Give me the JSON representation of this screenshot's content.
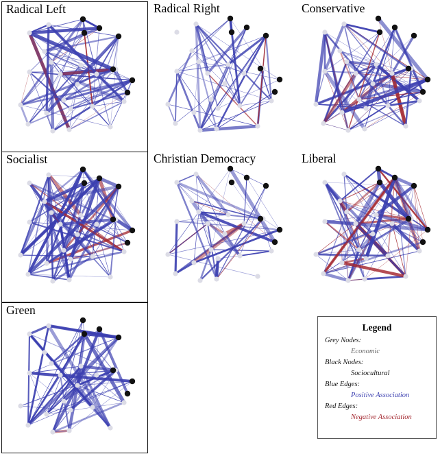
{
  "panels": [
    {
      "title": "Radical Left",
      "boxed": true
    },
    {
      "title": "Radical Right",
      "boxed": false
    },
    {
      "title": "Conservative",
      "boxed": false
    },
    {
      "title": "Socialist",
      "boxed": true
    },
    {
      "title": "Christian Democracy",
      "boxed": false
    },
    {
      "title": "Liberal",
      "boxed": false
    },
    {
      "title": "Green",
      "boxed": true
    }
  ],
  "legend": {
    "title": "Legend",
    "grey_nodes": "Grey Nodes:",
    "grey_value": "Economic",
    "black_nodes": "Black Nodes:",
    "black_value": "Sociocultural",
    "blue_edges": "Blue Edges:",
    "blue_value": "Positive Association",
    "red_edges": "Red Edges:",
    "red_value": "Negative Association"
  },
  "colors": {
    "economic_node": "#dcdce6",
    "sociocultural_node": "#111111",
    "positive_edge": "#3b3fb0",
    "negative_edge": "#a3262e"
  }
}
